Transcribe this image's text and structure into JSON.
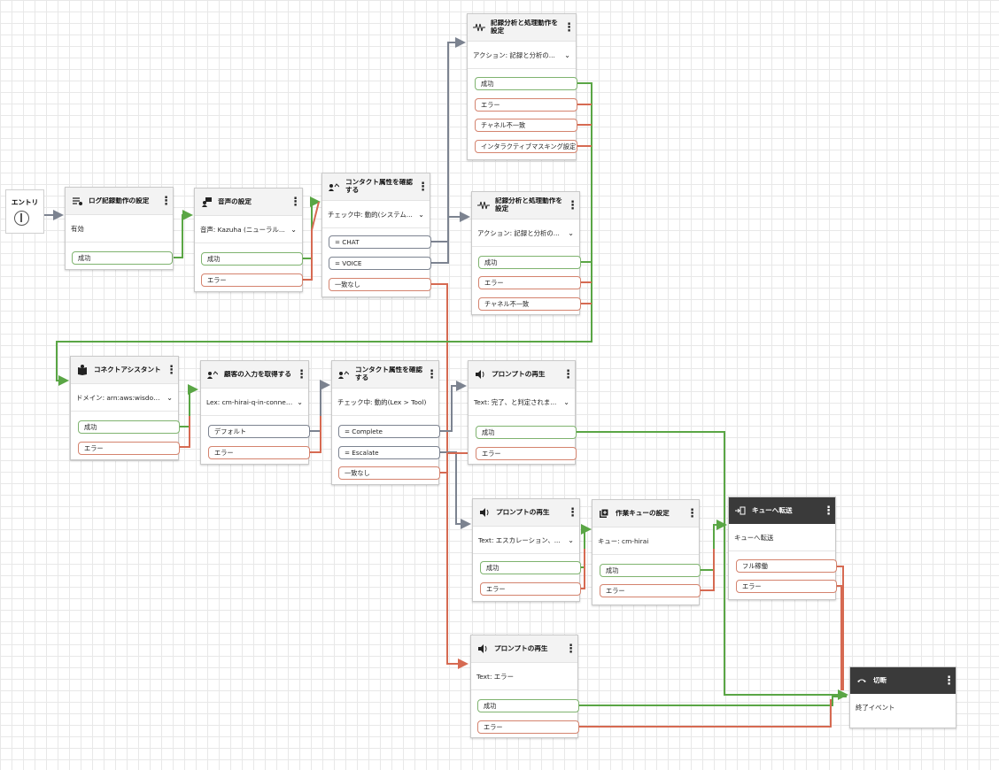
{
  "entry": {
    "label": "エントリ"
  },
  "blocks": {
    "log": {
      "title": "ログ記録動作の設定",
      "subtitle": "有効",
      "b1": "成功"
    },
    "voice": {
      "title": "音声の設定",
      "subtitle": "音声: Kazuha (ニューラル...",
      "b1": "成功",
      "b2": "エラー"
    },
    "attr1": {
      "title": "コンタクト属性を確認する",
      "subtitle": "チェック中: 動的(システム...",
      "b1": "= CHAT",
      "b2": "= VOICE",
      "b3": "一致なし"
    },
    "rec1": {
      "title": "記録分析と処理動作を設定",
      "subtitle": "アクション: 記録と分析の...",
      "b1": "成功",
      "b2": "エラー",
      "b3": "チャネル不一致",
      "b4": "インタラクティブマスキング設定..."
    },
    "rec2": {
      "title": "記録分析と処理動作を設定",
      "subtitle": "アクション: 記録と分析の...",
      "b1": "成功",
      "b2": "エラー",
      "b3": "チャネル不一致"
    },
    "assist": {
      "title": "コネクトアシスタント",
      "subtitle": "ドメイン: arn:aws:wisdom...",
      "b1": "成功",
      "b2": "エラー"
    },
    "input": {
      "title": "顧客の入力を取得する",
      "subtitle": "Lex: cm-hirai-q-in-connec...",
      "b1": "デフォルト",
      "b2": "エラー"
    },
    "attr2": {
      "title": "コンタクト属性を確認する",
      "subtitle": "チェック中: 動的(Lex > Tool)",
      "b1": "= Complete",
      "b2": "= Escalate",
      "b3": "一致なし"
    },
    "prompt1": {
      "title": "プロンプトの再生",
      "subtitle": "Text: 完了、と判定されま...",
      "b1": "成功",
      "b2": "エラー"
    },
    "prompt2": {
      "title": "プロンプトの再生",
      "subtitle": "Text: エスカレーション、...",
      "b1": "成功",
      "b2": "エラー"
    },
    "queue": {
      "title": "作業キューの設定",
      "subtitle": "キュー: cm-hirai",
      "b1": "成功",
      "b2": "エラー"
    },
    "transfer": {
      "title": "キューへ転送",
      "subtitle": "キューへ転送",
      "b1": "フル稼働",
      "b2": "エラー"
    },
    "prompt3": {
      "title": "プロンプトの再生",
      "subtitle": "Text: エラー",
      "b1": "成功",
      "b2": "エラー"
    },
    "disconnect": {
      "title": "切断",
      "subtitle": "終了イベント"
    }
  },
  "colors": {
    "success": "#5aa645",
    "error": "#d66a52",
    "neutral": "#7c8390"
  }
}
